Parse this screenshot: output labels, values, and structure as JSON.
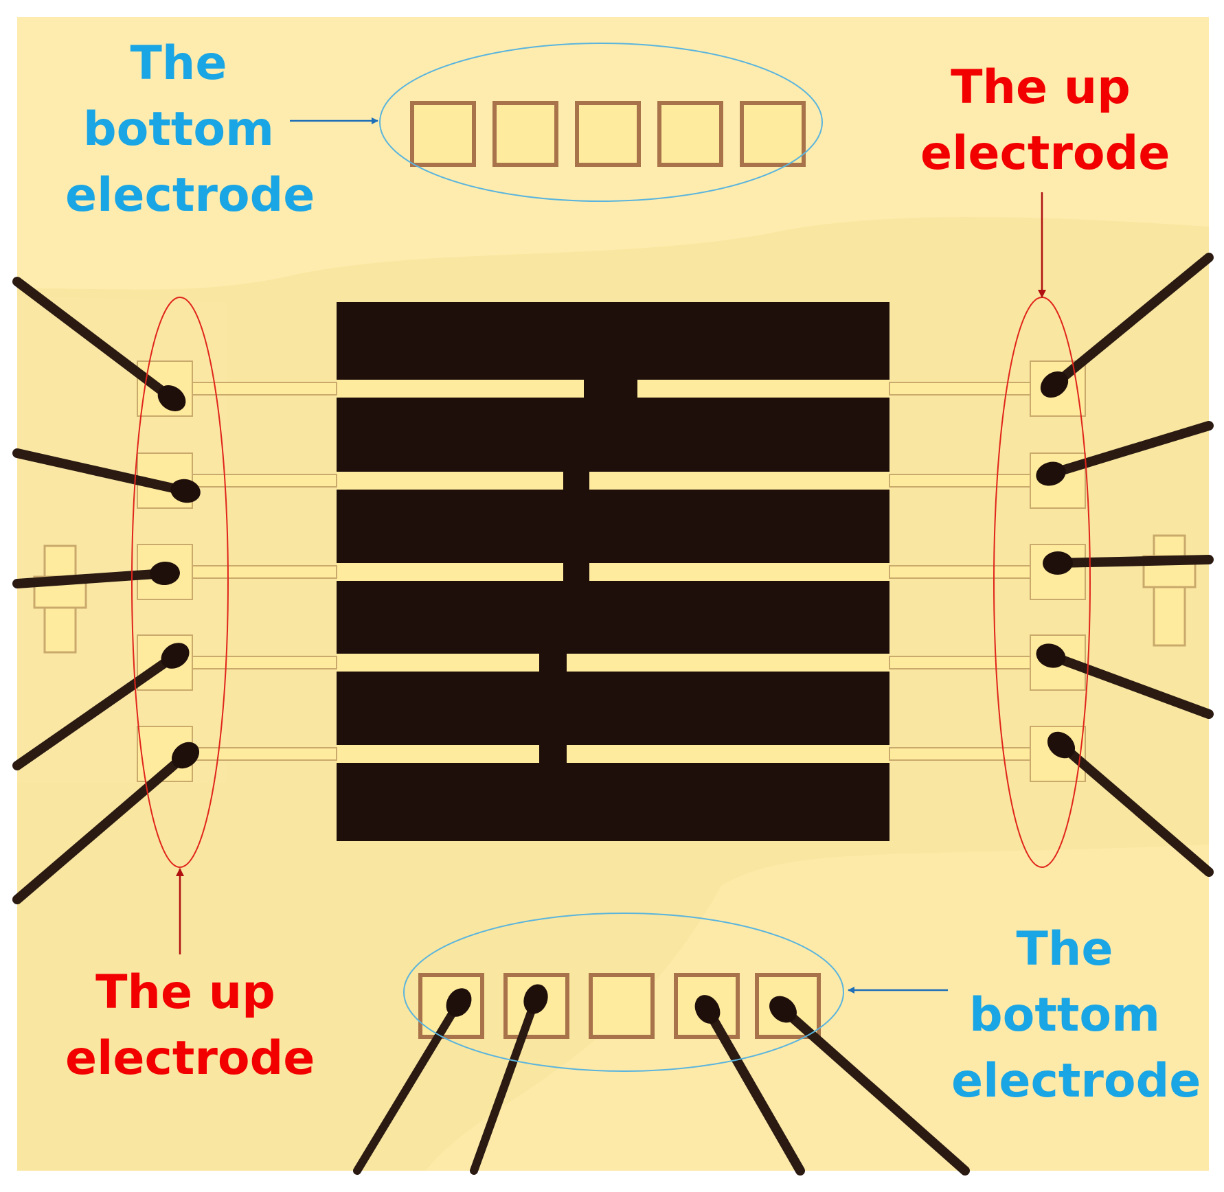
{
  "colors": {
    "chip_light": "#f9e6a0",
    "chip_cream": "#fdeaa9",
    "metal": "#ffeb9e",
    "dark": "#1e0f0b",
    "bottom_label": "#1aa5e5",
    "up_label": "#f20000",
    "bottom_ellipse": "#5ab4dd",
    "up_ellipse": "#e0241c",
    "bottom_arrow": "#1f6fb8",
    "up_arrow": "#b01010"
  },
  "labels": {
    "top_left": {
      "lines": [
        "The",
        "bottom",
        "electrode"
      ],
      "role": "bottom electrode callout"
    },
    "top_right": {
      "lines": [
        "The up",
        "electrode"
      ],
      "role": "up electrode callout"
    },
    "bottom_left": {
      "lines": [
        "The up",
        "electrode"
      ],
      "role": "up electrode callout"
    },
    "bottom_right": {
      "lines": [
        "The",
        "bottom",
        "electrode"
      ],
      "role": "bottom electrode callout"
    }
  }
}
